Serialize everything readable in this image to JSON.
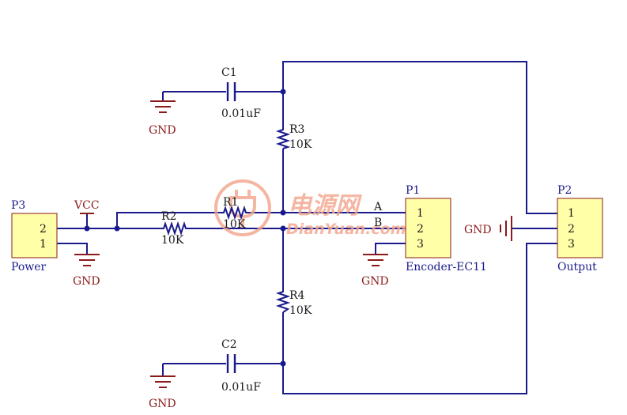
{
  "components": {
    "C1": {
      "ref": "C1",
      "value": "0.01uF"
    },
    "C2": {
      "ref": "C2",
      "value": "0.01uF"
    },
    "R1": {
      "ref": "R1",
      "value": "10K"
    },
    "R2": {
      "ref": "R2",
      "value": "10K"
    },
    "R3": {
      "ref": "R3",
      "value": "10K"
    },
    "R4": {
      "ref": "R4",
      "value": "10K"
    },
    "P1": {
      "ref": "P1",
      "name": "Encoder-EC11",
      "pins": [
        "1",
        "2",
        "3"
      ]
    },
    "P2": {
      "ref": "P2",
      "name": "Output",
      "pins": [
        "1",
        "2",
        "3"
      ]
    },
    "P3": {
      "ref": "P3",
      "name": "Power",
      "pins": [
        "2",
        "1"
      ]
    }
  },
  "nets": {
    "vcc": "VCC",
    "gnd": "GND",
    "a": "A",
    "b": "B"
  },
  "watermark": {
    "cn": "电源网",
    "en": "DianYuan.com"
  },
  "colors": {
    "wire": "#1a1a8c",
    "ground": "#8b1a1a",
    "component_fill": "#ffffa8",
    "component_border": "#8b1a1a",
    "junction": "#1a1a8c",
    "watermark": "#f2a58c"
  }
}
